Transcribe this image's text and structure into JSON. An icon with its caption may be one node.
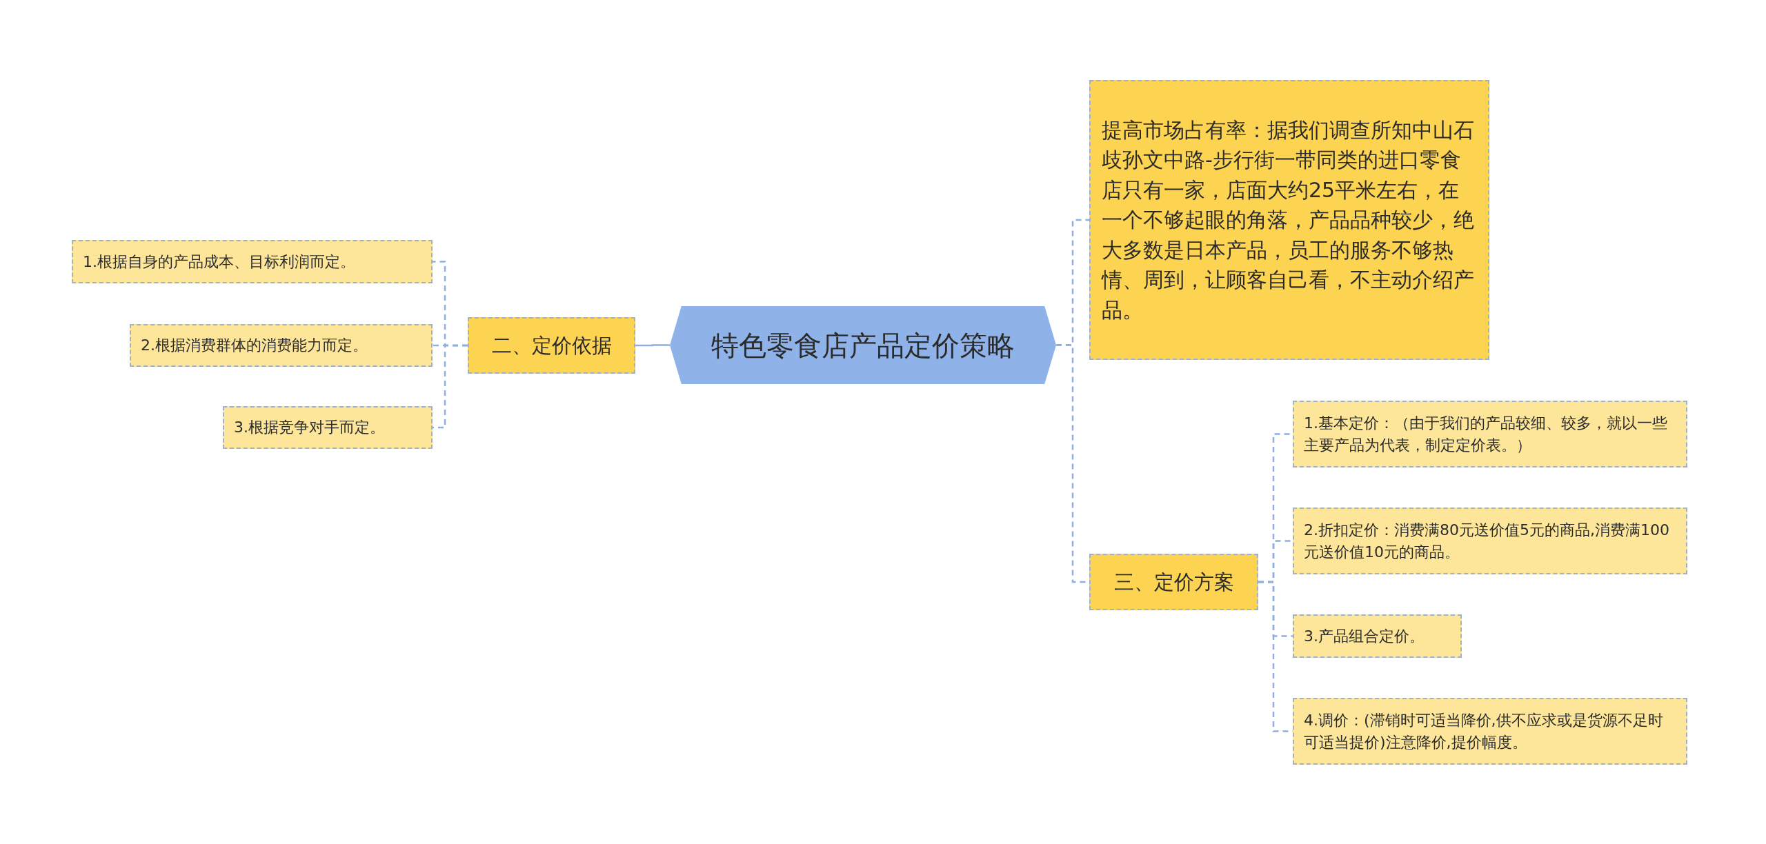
{
  "diagram": {
    "nodes": [
      {
        "text": [
          "特色零食店产品定价策略"
        ]
      },
      {
        "text": [
          "二、定价依据"
        ]
      },
      {
        "text": [
          "1.根据自身的产品成本、目标利润而定。"
        ]
      },
      {
        "text": [
          "2.根据消费群体的消费能力而定。"
        ]
      },
      {
        "text": [
          "3.根据竞争对手而定。"
        ]
      },
      {
        "text": [
          "提高市场占有率：据我们调查所知中山石歧孙文中路-步行街一带同类的进口零食店只有一家，店面大约25平米左右，在一个不够起眼的角落，产品品种较少，绝大多数是日本产品，员工的服务不够热情、周到，让顾客自己看，不主动介绍产品。"
        ]
      },
      {
        "text": [
          "三、定价方案"
        ]
      },
      {
        "text": [
          "1.基本定价：（由于我们的产品较细、较多，就以一些主要产品为代表，制定定价表。）"
        ]
      },
      {
        "text": [
          "2.折扣定价：消费满80元送价值5元的商品,消费满100元送价值10元的商品。"
        ]
      },
      {
        "text": [
          "3.产品组合定价。"
        ]
      },
      {
        "text": [
          "4.调价：(滞销时可适当降价,供不应求或是货源不足时可适当提价)注意降价,提价幅度。"
        ]
      }
    ],
    "edges": [
      {
        "from": 0,
        "to": 1,
        "arrow": "none"
      },
      {
        "from": 1,
        "to": 2,
        "arrow": "none",
        "style": "dashed"
      },
      {
        "from": 1,
        "to": 3,
        "arrow": "none",
        "style": "dashed"
      },
      {
        "from": 1,
        "to": 4,
        "arrow": "none",
        "style": "dashed"
      },
      {
        "from": 0,
        "to": 5,
        "arrow": "none",
        "style": "dashed"
      },
      {
        "from": 0,
        "to": 6,
        "arrow": "none",
        "style": "dashed"
      },
      {
        "from": 6,
        "to": 7,
        "arrow": "none",
        "style": "dashed"
      },
      {
        "from": 6,
        "to": 8,
        "arrow": "none",
        "style": "dashed"
      },
      {
        "from": 6,
        "to": 9,
        "arrow": "none",
        "style": "dashed"
      },
      {
        "from": 6,
        "to": 10,
        "arrow": "none",
        "style": "dashed"
      }
    ]
  }
}
